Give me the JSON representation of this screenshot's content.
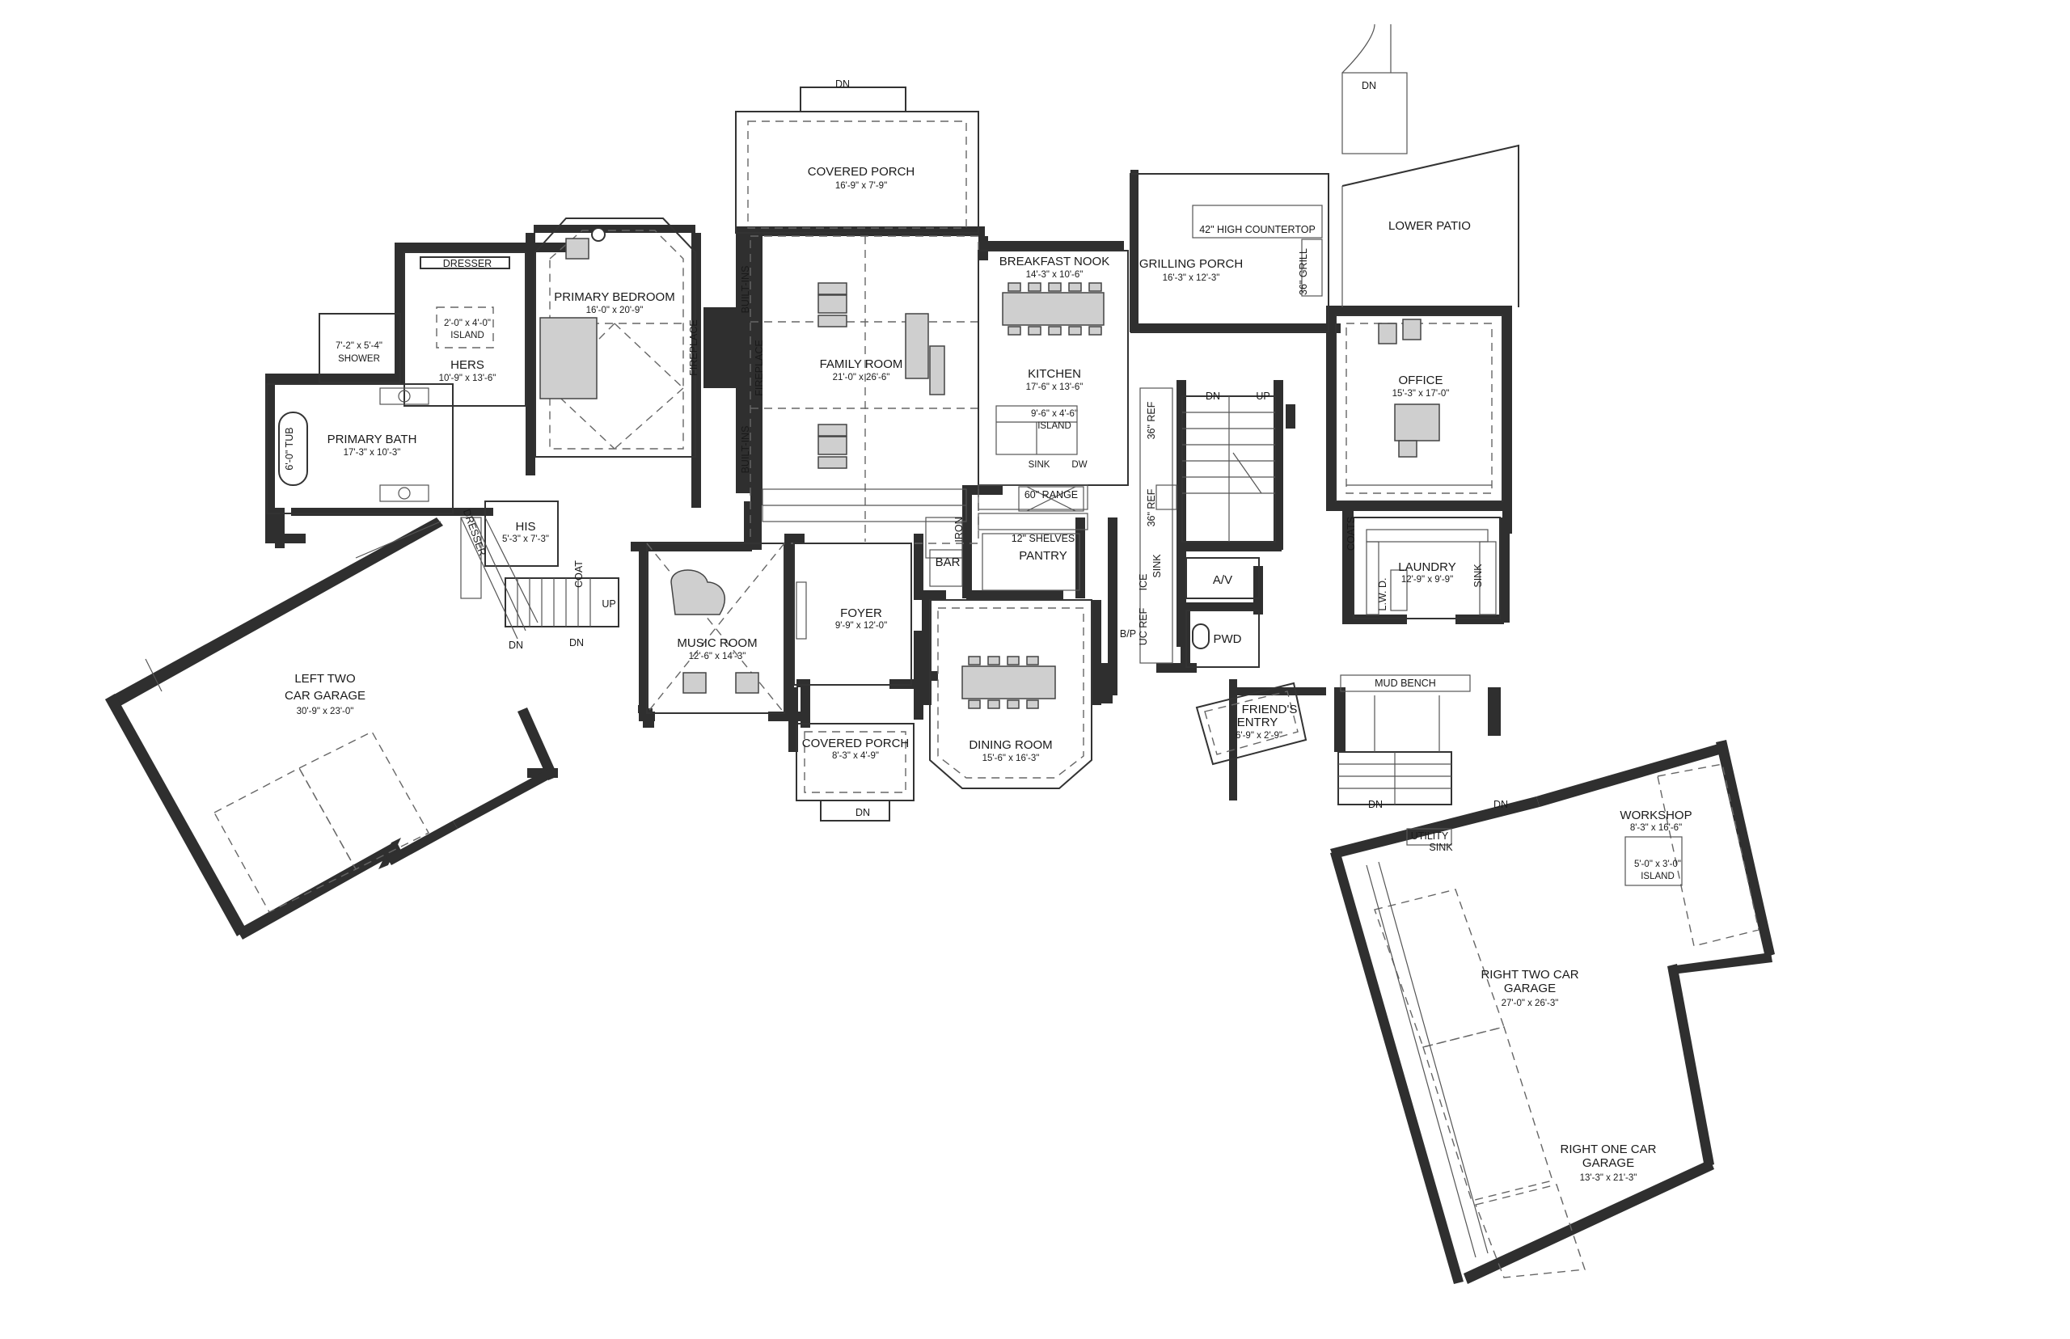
{
  "rooms": {
    "covered_porch_top": {
      "name": "COVERED PORCH",
      "dim": "16'-9\" x 7'-9\""
    },
    "breakfast_nook": {
      "name": "BREAKFAST NOOK",
      "dim": "14'-3\" x 10'-6\""
    },
    "grilling_porch": {
      "name": "GRILLING PORCH",
      "dim": "16'-3\" x 12'-3\""
    },
    "lower_patio": {
      "name": "LOWER PATIO"
    },
    "primary_bedroom": {
      "name": "PRIMARY BEDROOM",
      "dim": "16'-0\" x 20'-9\""
    },
    "hers": {
      "name": "HERS",
      "dim": "10'-9\" x 13'-6\""
    },
    "family_room": {
      "name": "FAMILY ROOM",
      "dim": "21'-0\" x 26'-6\""
    },
    "kitchen": {
      "name": "KITCHEN",
      "dim": "17'-6\" x 13'-6\""
    },
    "office": {
      "name": "OFFICE",
      "dim": "15'-3\" x 17'-0\""
    },
    "primary_bath": {
      "name": "PRIMARY BATH",
      "dim": "17'-3\" x 10'-3\""
    },
    "his": {
      "name": "HIS",
      "dim": "5'-3\" x 7'-3\""
    },
    "pantry": {
      "name": "PANTRY"
    },
    "bar": {
      "name": "BAR"
    },
    "laundry": {
      "name": "LAUNDRY",
      "dim": "12'-9\" x 9'-9\""
    },
    "foyer": {
      "name": "FOYER",
      "dim": "9'-9\" x 12'-0\""
    },
    "music_room": {
      "name": "MUSIC ROOM",
      "dim": "12'-6\" x 14'-3\""
    },
    "left_garage": {
      "name1": "LEFT TWO",
      "name2": "CAR GARAGE",
      "dim": "30'-9\" x 23'-0\""
    },
    "av": {
      "name": "A/V"
    },
    "pwd": {
      "name": "PWD"
    },
    "friends_entry": {
      "name1": "FRIEND'S",
      "name2": "ENTRY",
      "dim": "6'-9\" x 2'-9\""
    },
    "dining_room": {
      "name": "DINING ROOM",
      "dim": "15'-6\" x 16'-3\""
    },
    "covered_porch_front": {
      "name": "COVERED PORCH",
      "dim": "8'-3\" x 4'-9\""
    },
    "workshop": {
      "name": "WORKSHOP",
      "dim": "8'-3\" x 16'-6\""
    },
    "right_two_garage": {
      "name1": "RIGHT TWO CAR",
      "name2": "GARAGE",
      "dim": "27'-0\" x 26'-3\""
    },
    "right_one_garage": {
      "name1": "RIGHT ONE CAR",
      "name2": "GARAGE",
      "dim": "13'-3\" x 21'-3\""
    }
  },
  "features": {
    "dn": "DN",
    "up": "UP",
    "countertop": "42\" HIGH COUNTERTOP",
    "grill": "36\" GRILL",
    "dresser": "DRESSER",
    "island_hers_dim": "2'-0\" x 4'-0\"",
    "island": "ISLAND",
    "shower_dim": "7'-2\" x 5'-4\"",
    "shower": "SHOWER",
    "built_ins": "BUILT-INS",
    "fireplace": "FIREPLACE",
    "kitchen_island_dim": "9'-6\" x 4'-6\"",
    "sink": "SINK",
    "dw": "DW",
    "ref36": "36\" REF",
    "tub": "6'-0\" TUB",
    "range": "60\" RANGE",
    "shelves": "12\" SHELVES",
    "iron": "IRON",
    "ice": "ICE",
    "uc_ref": "UC REF",
    "coat": "COAT",
    "coats": "COATS",
    "bp": "B/P",
    "lwd": "L.W.  D.",
    "mud_bench": "MUD BENCH",
    "utility_sink1": "UTILITY",
    "utility_sink2": "SINK",
    "workshop_island_dim": "5'-0\" x 3'-0\""
  }
}
